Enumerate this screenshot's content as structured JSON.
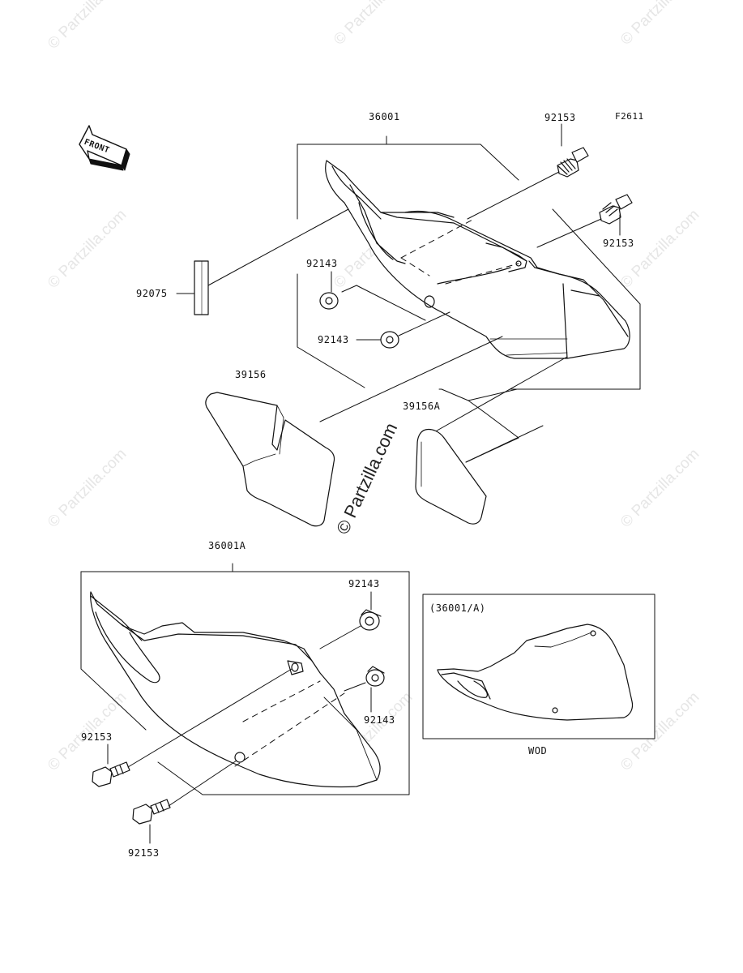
{
  "figure_code": "F2611",
  "front_label": "FRONT",
  "parts": {
    "p36001": "36001",
    "p36001A": "36001A",
    "p92153_a": "92153",
    "p92153_b": "92153",
    "p92153_c": "92153",
    "p92153_d": "92153",
    "p92143_a": "92143",
    "p92143_b": "92143",
    "p92143_c": "92143",
    "p92143_d": "92143",
    "p92075": "92075",
    "p39156": "39156",
    "p39156A": "39156A"
  },
  "inset": {
    "caption": "(36001/A)",
    "variant": "WOD"
  },
  "watermarks": {
    "corner": "© Partzilla.com",
    "center": "© Partzilla.com"
  }
}
